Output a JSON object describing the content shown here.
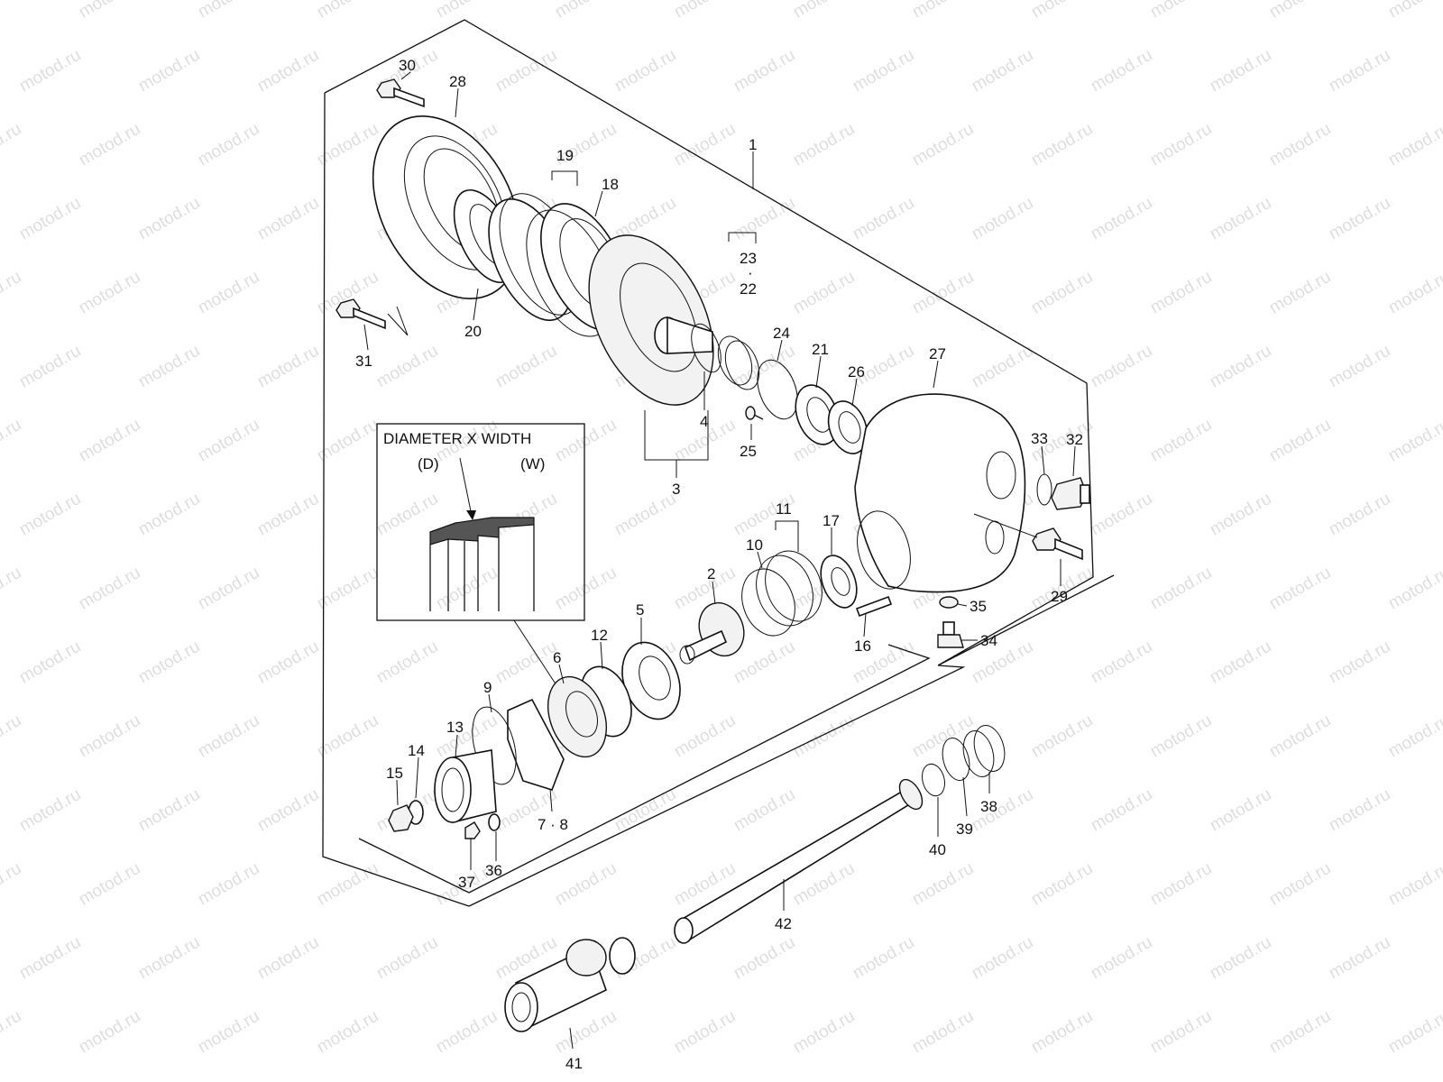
{
  "watermark": "motod.ru",
  "inset": {
    "title": "DIAMETER X WIDTH",
    "diameter_label": "(D)",
    "width_label": "(W)"
  },
  "callouts": [
    {
      "id": "c30",
      "text": "30"
    },
    {
      "id": "c28",
      "text": "28"
    },
    {
      "id": "c19",
      "text": "19"
    },
    {
      "id": "c18",
      "text": "18"
    },
    {
      "id": "c1",
      "text": "1"
    },
    {
      "id": "c23",
      "text": "23"
    },
    {
      "id": "c22",
      "text": "22"
    },
    {
      "id": "c24",
      "text": "24"
    },
    {
      "id": "c21",
      "text": "21"
    },
    {
      "id": "c27",
      "text": "27"
    },
    {
      "id": "c26",
      "text": "26"
    },
    {
      "id": "c20",
      "text": "20"
    },
    {
      "id": "c31",
      "text": "31"
    },
    {
      "id": "c4",
      "text": "4"
    },
    {
      "id": "c25",
      "text": "25"
    },
    {
      "id": "c3",
      "text": "3"
    },
    {
      "id": "c33",
      "text": "33"
    },
    {
      "id": "c32",
      "text": "32"
    },
    {
      "id": "c11",
      "text": "11"
    },
    {
      "id": "c17",
      "text": "17"
    },
    {
      "id": "c10",
      "text": "10"
    },
    {
      "id": "c2",
      "text": "2"
    },
    {
      "id": "c29",
      "text": "29"
    },
    {
      "id": "c35",
      "text": "35"
    },
    {
      "id": "c5",
      "text": "5"
    },
    {
      "id": "c16",
      "text": "16"
    },
    {
      "id": "c34",
      "text": "34"
    },
    {
      "id": "c12",
      "text": "12"
    },
    {
      "id": "c6",
      "text": "6"
    },
    {
      "id": "c9",
      "text": "9"
    },
    {
      "id": "c13",
      "text": "13"
    },
    {
      "id": "c14",
      "text": "14"
    },
    {
      "id": "c15",
      "text": "15"
    },
    {
      "id": "c78",
      "text": "7 · 8"
    },
    {
      "id": "c37",
      "text": "37"
    },
    {
      "id": "c36",
      "text": "36"
    },
    {
      "id": "c38",
      "text": "38"
    },
    {
      "id": "c39",
      "text": "39"
    },
    {
      "id": "c40",
      "text": "40"
    },
    {
      "id": "c42",
      "text": "42"
    },
    {
      "id": "c41",
      "text": "41"
    }
  ]
}
